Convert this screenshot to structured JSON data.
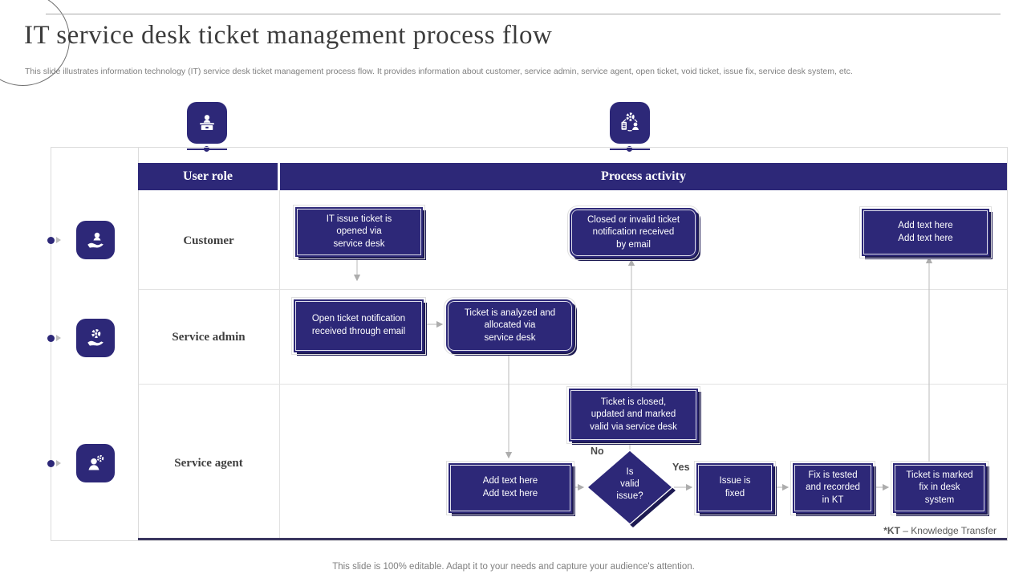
{
  "slide": {
    "title": "IT service desk ticket management process flow",
    "subtitle": "This slide illustrates information technology (IT) service desk ticket management process flow. It provides information about customer, service admin, service agent, open ticket, void ticket, issue fix, service desk system, etc.",
    "footer": "This slide is 100% editable. Adapt it to your needs and capture your audience's attention.",
    "footnote_term": "*KT",
    "footnote_definition": " – Knowledge Transfer"
  },
  "colors": {
    "accent_indigo": "#2d2878",
    "node_shadow": "#1d1a52",
    "connector_gray": "#c4c4c4",
    "grid_gray": "#e2e2e2"
  },
  "icons": {
    "top_left": "reception-desk-icon",
    "top_right": "workflow-process-icon",
    "row_icons": [
      "customer-care-hand-icon",
      "admin-gear-hand-icon",
      "agent-headset-gear-icon"
    ]
  },
  "table": {
    "headers": {
      "user_role": "User role",
      "process_activity": "Process activity"
    },
    "rows": [
      {
        "label": "Customer"
      },
      {
        "label": "Service admin"
      },
      {
        "label": "Service agent"
      }
    ]
  },
  "nodes": [
    {
      "id": 1,
      "row": "Customer",
      "shape": "rect",
      "label": "IT issue ticket is\nopened via\nservice desk"
    },
    {
      "id": 2,
      "row": "Customer",
      "shape": "rounded",
      "label": "Closed or invalid ticket\nnotification received\nby email"
    },
    {
      "id": 3,
      "row": "Customer",
      "shape": "rect",
      "label": "Add text here\nAdd text here"
    },
    {
      "id": 4,
      "row": "Service admin",
      "shape": "rect",
      "label": "Open ticket notification\nreceived through email"
    },
    {
      "id": 5,
      "row": "Service admin",
      "shape": "rounded",
      "label": "Ticket is analyzed and\nallocated via\nservice desk"
    },
    {
      "id": 6,
      "row": "Service agent",
      "shape": "rect",
      "label": "Ticket is closed,\nupdated and marked\nvalid via service desk"
    },
    {
      "id": 7,
      "row": "Service agent",
      "shape": "rect",
      "label": "Add text here\nAdd text here"
    },
    {
      "id": 8,
      "row": "Service agent",
      "shape": "diamond",
      "label": "Is\nvalid\nissue?"
    },
    {
      "id": 9,
      "row": "Service agent",
      "shape": "rect",
      "label": "Issue is\nfixed"
    },
    {
      "id": 10,
      "row": "Service agent",
      "shape": "rect",
      "label": "Fix is tested\nand recorded\nin KT"
    },
    {
      "id": 11,
      "row": "Service agent",
      "shape": "rect",
      "label": "Ticket is marked\nfix in desk\nsystem"
    }
  ],
  "decision": {
    "no_label": "No",
    "yes_label": "Yes"
  }
}
